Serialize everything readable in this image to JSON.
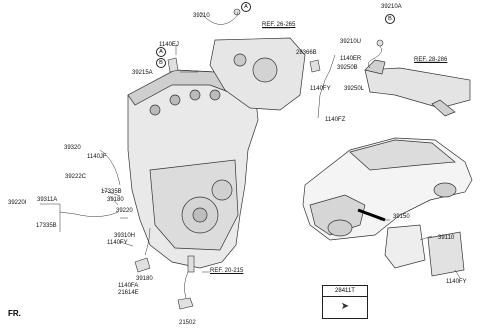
{
  "labels": {
    "p39210_top": "39210",
    "p1140EJ": "1140EJ",
    "p39215A": "39215A",
    "ref_26_265": "REF. 26-265",
    "p39210A": "39210A",
    "ref_28_286": "REF. 28-286",
    "p39210U": "39210U",
    "p28366B": "28366B",
    "p1140ER": "1140ER",
    "p39250B": "39250B",
    "p1140FY_mid": "1140FY",
    "p39250L": "39250L",
    "p1140FZ": "1140FZ",
    "p39320": "39320",
    "p1140JF": "1140JF",
    "p39222C": "39222C",
    "p39220I": "39220I",
    "p39311A": "39311A",
    "p17335B_upper": "17335B",
    "p39180_upper": "39180",
    "p17335B_lower": "17335B",
    "p39220": "39220",
    "p39310H": "39310H",
    "p1140FY_left": "1140FY",
    "p39180_lower": "39180",
    "p1140FA": "1140FA",
    "p21614E": "21614E",
    "ref_20_215": "REF. 20-215",
    "p21502": "21502",
    "p39150": "39150",
    "p39110": "39110",
    "p1140FY_right": "1140FY",
    "legend_code": "28411T",
    "fr": "FR."
  },
  "callouts": {
    "a": "A",
    "b": "B",
    "a2": "A",
    "b2": "B"
  }
}
